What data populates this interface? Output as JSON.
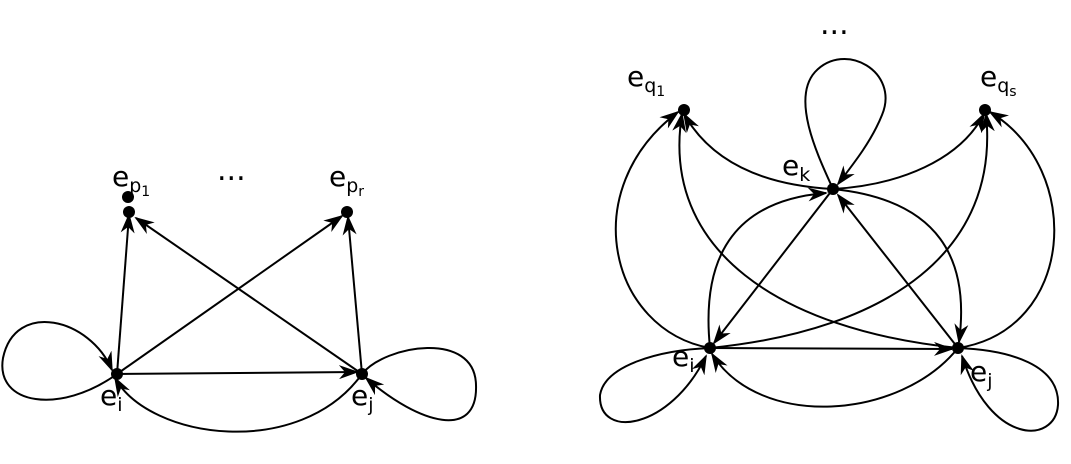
{
  "diagrams": [
    {
      "nodes": [
        {
          "id": "pp1",
          "label_main": "e",
          "label_sub": "p",
          "label_subsub": "1"
        },
        {
          "id": "ppr",
          "label_main": "e",
          "label_sub": "p",
          "label_subsub": "r"
        },
        {
          "id": "ei",
          "label_main": "e",
          "label_sub": "i"
        },
        {
          "id": "ej",
          "label_main": "e",
          "label_sub": "j"
        }
      ],
      "ellipsis": "..."
    },
    {
      "nodes": [
        {
          "id": "qq1",
          "label_main": "e",
          "label_sub": "q",
          "label_subsub": "1"
        },
        {
          "id": "qqs",
          "label_main": "e",
          "label_sub": "q",
          "label_subsub": "s"
        },
        {
          "id": "ek",
          "label_main": "e",
          "label_sub": "k"
        },
        {
          "id": "ei",
          "label_main": "e",
          "label_sub": "i"
        },
        {
          "id": "ej",
          "label_main": "e",
          "label_sub": "j"
        }
      ],
      "ellipsis": "..."
    }
  ],
  "colors": {
    "stroke": "#000000",
    "background": "#ffffff"
  }
}
